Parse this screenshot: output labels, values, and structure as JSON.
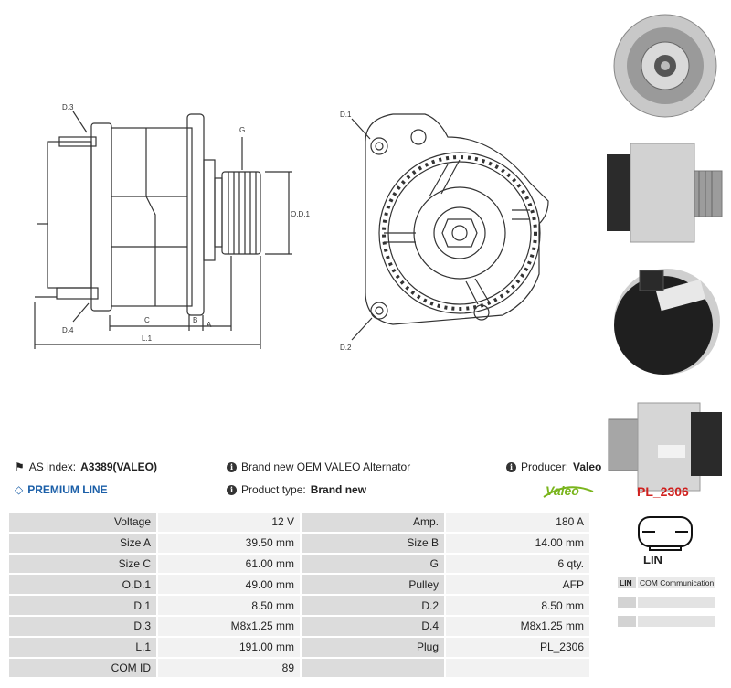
{
  "drawing": {
    "side_labels": {
      "d3": "D.3",
      "g": "G",
      "od1": "O.D.1",
      "d4": "D.4",
      "c": "C",
      "b": "B",
      "a": "A",
      "l1": "L.1"
    },
    "front_labels": {
      "d1": "D.1",
      "d2": "D.2"
    }
  },
  "header": {
    "as_index_label": "AS index:",
    "as_index_value": "A3389(VALEO)",
    "premium": "PREMIUM LINE",
    "description": "Brand new OEM VALEO Alternator",
    "product_type_label": "Product type:",
    "product_type_value": "Brand new",
    "producer_label": "Producer:",
    "producer_value": "Valeo",
    "brand_logo": "Valeo",
    "brand_color": "#7ab51d"
  },
  "plug": {
    "code": "PL_2306",
    "label": "LIN",
    "pins": [
      {
        "pin": "LIN",
        "function": "COM Communication"
      },
      {
        "pin": "",
        "function": ""
      },
      {
        "pin": "",
        "function": ""
      }
    ]
  },
  "specs": [
    {
      "l1": "Voltage",
      "v1": "12 V",
      "l2": "Amp.",
      "v2": "180 A"
    },
    {
      "l1": "Size A",
      "v1": "39.50 mm",
      "l2": "Size B",
      "v2": "14.00 mm"
    },
    {
      "l1": "Size C",
      "v1": "61.00 mm",
      "l2": "G",
      "v2": "6 qty."
    },
    {
      "l1": "O.D.1",
      "v1": "49.00 mm",
      "l2": "Pulley",
      "v2": "AFP"
    },
    {
      "l1": "D.1",
      "v1": "8.50 mm",
      "l2": "D.2",
      "v2": "8.50 mm"
    },
    {
      "l1": "D.3",
      "v1": "M8x1.25 mm",
      "l2": "D.4",
      "v2": "M8x1.25 mm"
    },
    {
      "l1": "L.1",
      "v1": "191.00 mm",
      "l2": "Plug",
      "v2": "PL_2306"
    },
    {
      "l1": "COM ID",
      "v1": "89",
      "l2": "",
      "v2": ""
    }
  ],
  "icons": {
    "tag": "tag-icon",
    "diamond": "diamond-icon",
    "info": "info-icon",
    "plug": "plug-connector-icon"
  }
}
